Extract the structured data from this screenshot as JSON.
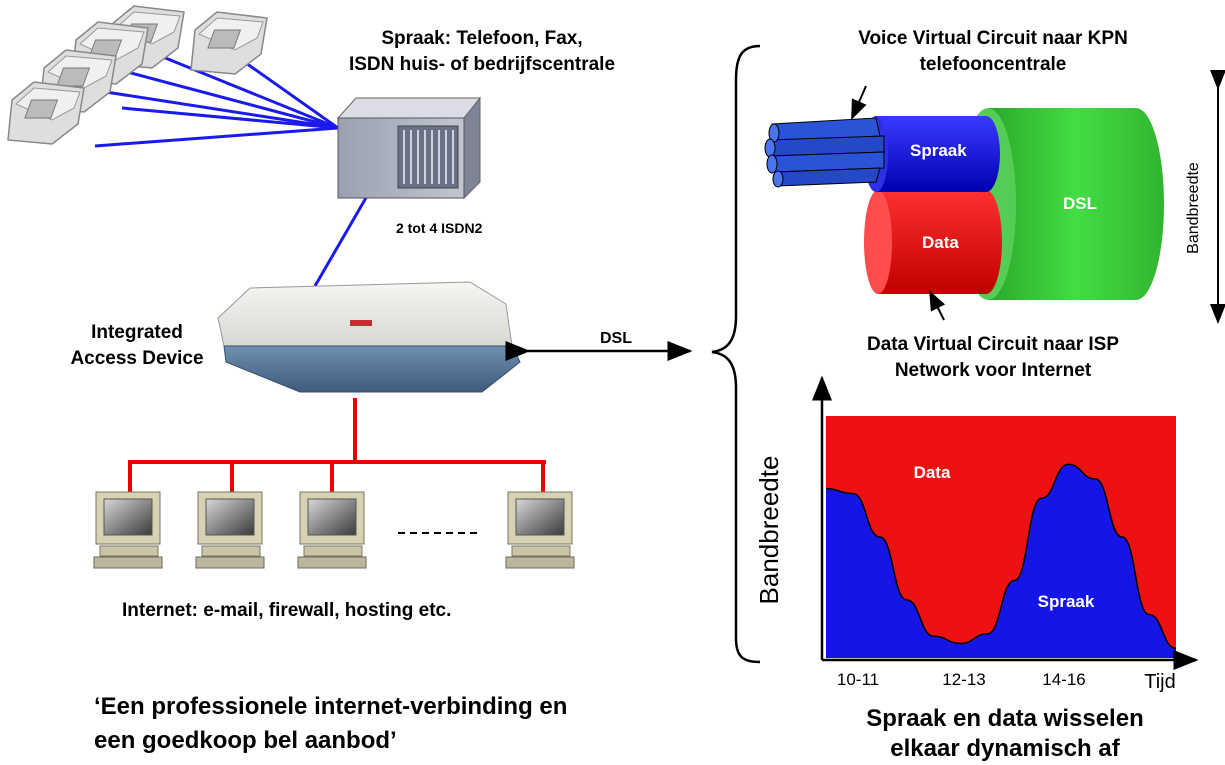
{
  "left": {
    "voice_devices_label": [
      "Spraak: Telefoon, Fax,",
      "ISDN huis- of bedrijfscentrale"
    ],
    "isdn_label": "2 tot 4 ISDN2",
    "iad_label": [
      "Integrated",
      "Access Device"
    ],
    "dsl_link_label": "DSL",
    "internet_label": "Internet: e-mail, firewall, hosting etc.",
    "slogan": [
      "‘Een professionele internet-verbinding en",
      "een goedkoop bel aanbod’"
    ]
  },
  "right_top": {
    "voice_vc_label": [
      "Voice Virtual Circuit naar KPN",
      "telefooncentrale"
    ],
    "spraak_label": "Spraak",
    "data_label": "Data",
    "dsl_label": "DSL",
    "bandwidth_label": "Bandbreedte",
    "data_vc_label": [
      "Data Virtual Circuit naar ISP",
      "Network voor Internet"
    ]
  },
  "colors": {
    "spraak": "#1515e6",
    "data": "#ee1111",
    "dsl": "#33cc33",
    "lines_voice": "#1a1aee",
    "lines_lan": "#ee0000"
  },
  "chart_data": {
    "type": "area",
    "ylabel": "Bandbreedte",
    "xlabel": "Tijd",
    "tick_labels": [
      "10-11",
      "12-13",
      "14-16"
    ],
    "series": [
      {
        "name": "Spraak",
        "values": [
          0.7,
          0.68,
          0.5,
          0.24,
          0.09,
          0.06,
          0.1,
          0.32,
          0.66,
          0.8,
          0.74,
          0.5,
          0.18,
          0.04
        ]
      },
      {
        "name": "Data",
        "values": [
          0.3,
          0.32,
          0.5,
          0.76,
          0.91,
          0.94,
          0.9,
          0.68,
          0.34,
          0.2,
          0.26,
          0.5,
          0.82,
          0.96
        ]
      }
    ],
    "caption": [
      "Spraak en data wisselen",
      "elkaar dynamisch af"
    ]
  }
}
